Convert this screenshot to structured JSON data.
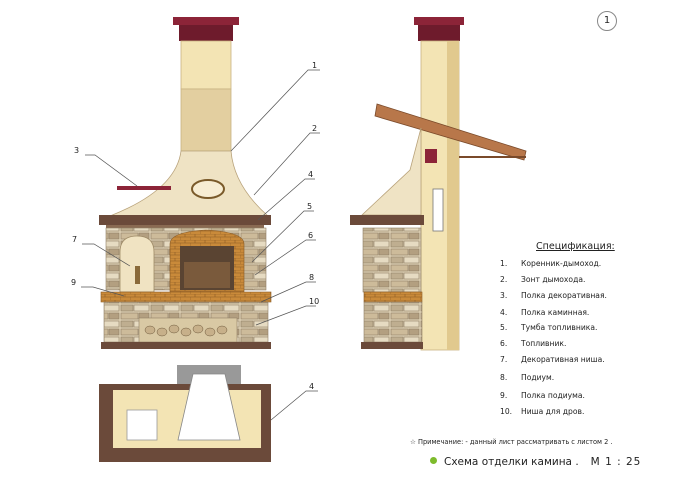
{
  "sheet_number": "1",
  "callouts": {
    "c1": "1",
    "c2": "2",
    "c3": "3",
    "c4": "4",
    "c5": "5",
    "c6": "6",
    "c7": "7",
    "c8": "8",
    "c9": "9",
    "c10": "10",
    "plan": "4"
  },
  "spec": {
    "title": "Спецификация:",
    "items": [
      {
        "n": "1.",
        "text": "Коренник-дымоход."
      },
      {
        "n": "2.",
        "text": "Зонт дымохода."
      },
      {
        "n": "3.",
        "text": "Полка декоративная."
      },
      {
        "n": "4.",
        "text": "Полка каминная."
      },
      {
        "n": "5.",
        "text": "Тумба топливника."
      },
      {
        "n": "6.",
        "text": "Топливник."
      },
      {
        "n": "7.",
        "text": "Декоративная ниша."
      },
      {
        "n": "8.",
        "text": "Подиум."
      },
      {
        "n": "9.",
        "text": "Полка подиума."
      },
      {
        "n": "10.",
        "text": "Ниша для дров."
      }
    ]
  },
  "note": {
    "star": "☆",
    "text": "Примечание:  - данный лист рассматривать с листом 2 ."
  },
  "scheme": {
    "title": "Схема отделки камина .",
    "scale": "М 1 : 25"
  },
  "colors": {
    "cap": "#8c2438",
    "chimney": "#f3e4b4",
    "stone": "#d8c7a8",
    "brick": "#c98a3a",
    "shelf": "#6b4a3a",
    "firebox": "#5a4432",
    "accent": "#7dbb2c"
  }
}
